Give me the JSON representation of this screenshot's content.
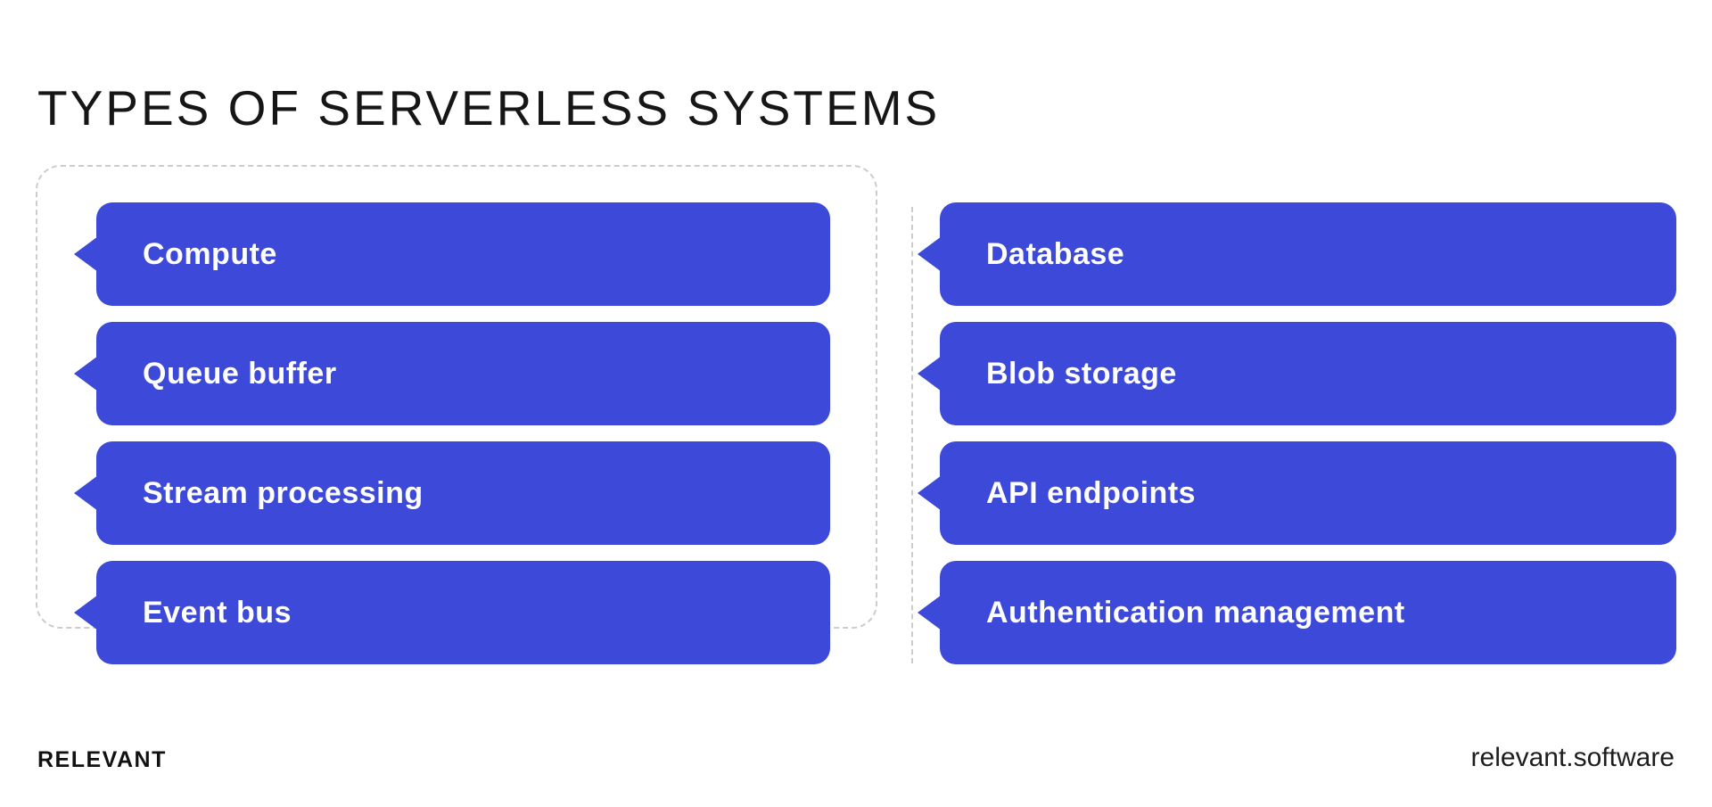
{
  "title": "TYPES OF SERVERLESS SYSTEMS",
  "columns": [
    {
      "items": [
        "Compute",
        "Queue buffer",
        "Stream processing",
        "Event bus"
      ]
    },
    {
      "items": [
        "Database",
        "Blob storage",
        "API endpoints",
        "Authentication management"
      ]
    }
  ],
  "footer": {
    "brand": "RELEVANT",
    "site": "relevant.software"
  },
  "colors": {
    "box": "#3C49D9",
    "box_text": "#FFFFFF",
    "title_text": "#161616",
    "dashed_border": "#CCCCCC"
  }
}
